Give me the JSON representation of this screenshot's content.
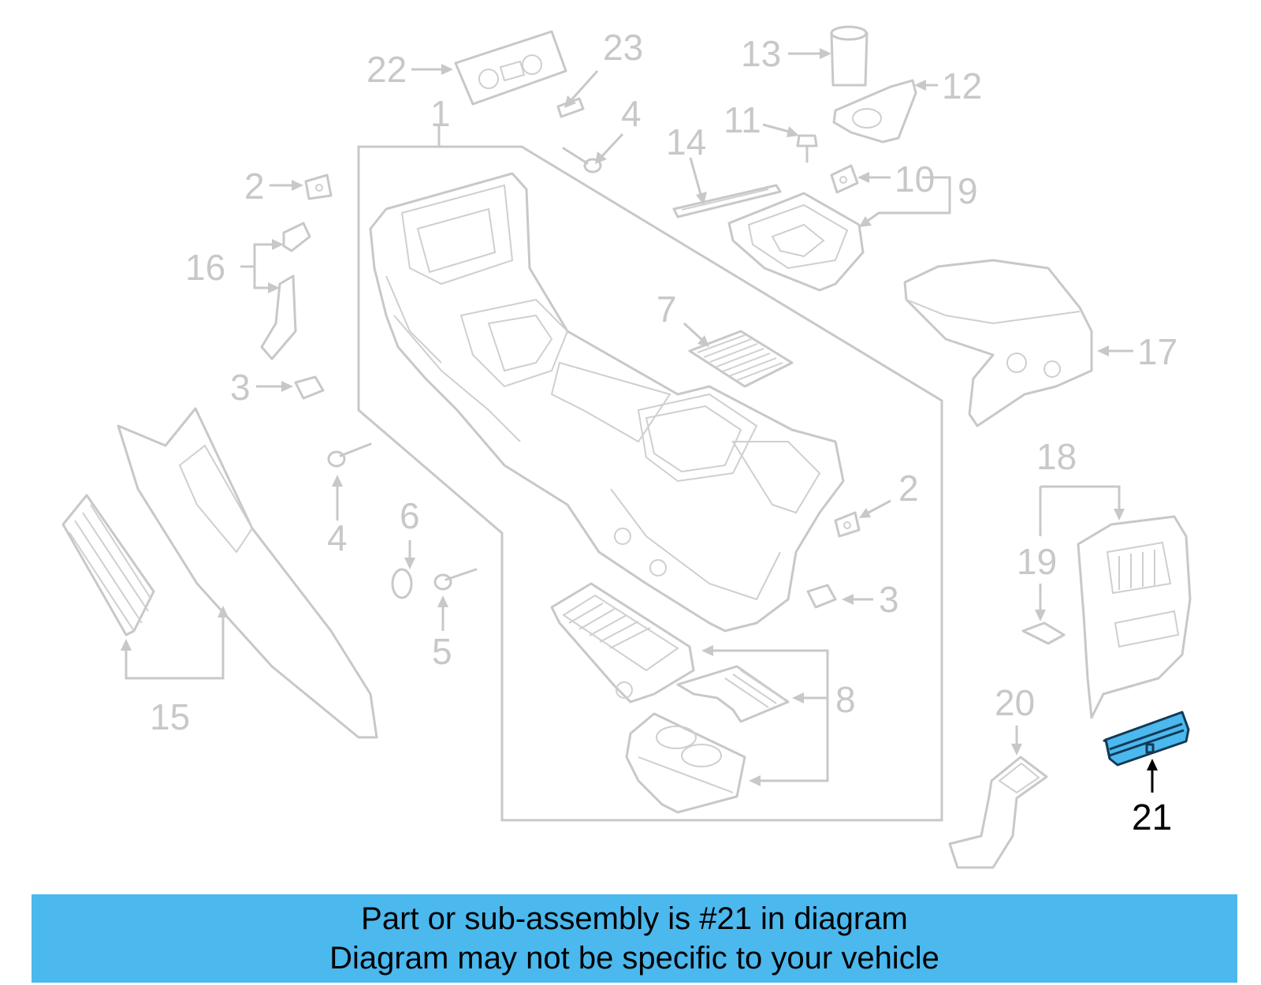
{
  "callouts": {
    "c1": "1",
    "c2a": "2",
    "c2b": "2",
    "c3a": "3",
    "c3b": "3",
    "c4a": "4",
    "c4b": "4",
    "c5": "5",
    "c6": "6",
    "c7": "7",
    "c8": "8",
    "c9": "9",
    "c10": "10",
    "c11": "11",
    "c12": "12",
    "c13": "13",
    "c14": "14",
    "c15": "15",
    "c16": "16",
    "c17": "17",
    "c18": "18",
    "c19": "19",
    "c20": "20",
    "c21": "21",
    "c22": "22",
    "c23": "23"
  },
  "highlighted_part": "21",
  "colors": {
    "line_art": "#c8c8c8",
    "highlight_fill": "#4bb8ee",
    "highlight_outline": "#123a55",
    "banner_background": "#4bb8ee",
    "active_callout": "#000000"
  },
  "banner": {
    "line1": "Part or sub-assembly is #21 in diagram",
    "line2": "Diagram may not be specific to your vehicle"
  }
}
